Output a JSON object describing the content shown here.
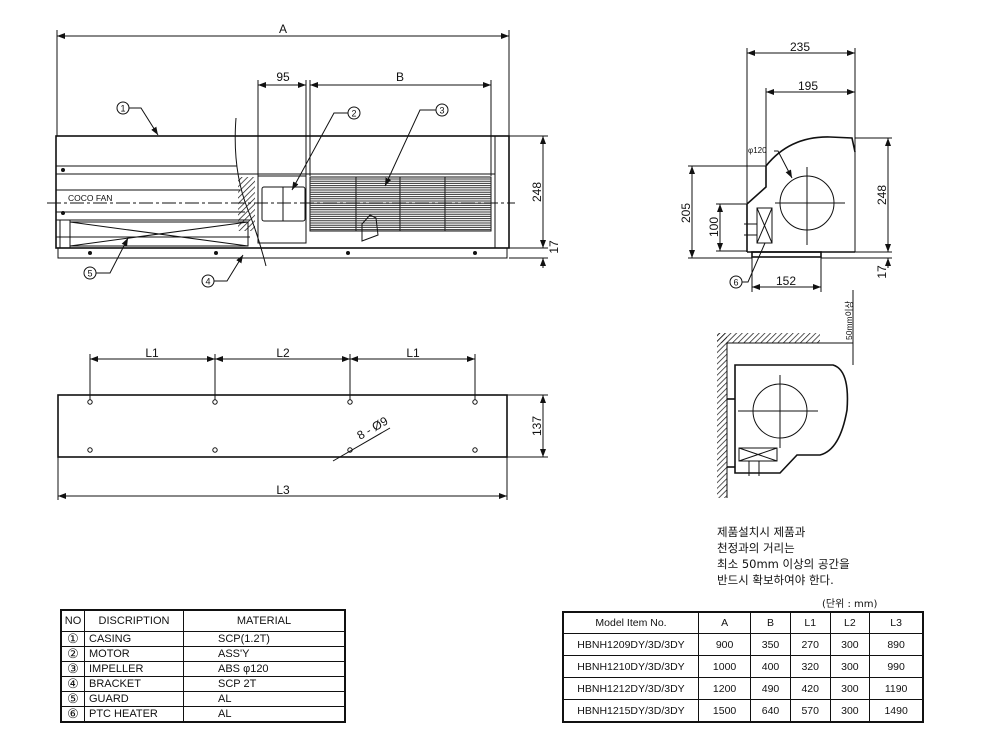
{
  "front_view": {
    "dim_a": "A",
    "dim_95": "95",
    "dim_b": "B",
    "dim_248": "248",
    "dim_17": "17",
    "brand_label": "COCO FAN",
    "callouts": [
      "1",
      "2",
      "3",
      "4",
      "5"
    ]
  },
  "side_view": {
    "dim_235": "235",
    "dim_195": "195",
    "dim_205": "205",
    "dim_100": "100",
    "dim_248": "248",
    "dim_17": "17",
    "dim_152": "152",
    "impeller_label": "φ120",
    "callout": "6"
  },
  "install_view": {
    "clearance_label": "50mm이상"
  },
  "plan_view": {
    "dim_l1": "L1",
    "dim_l2": "L2",
    "dim_l3": "L3",
    "dim_137": "137",
    "hole_label": "8 - Ø9"
  },
  "install_note": [
    "제품설치시 제품과",
    "천정과의 거리는",
    "최소 50mm 이상의 공간을",
    "반드시 확보하여야 한다."
  ],
  "unit_label": "(단위 : mm)",
  "parts_table": {
    "headers": [
      "NO",
      "DISCRIPTION",
      "MATERIAL"
    ],
    "rows": [
      {
        "no": "①",
        "desc": "CASING",
        "material": "SCP(1.2T)"
      },
      {
        "no": "②",
        "desc": "MOTOR",
        "material": "ASS'Y"
      },
      {
        "no": "③",
        "desc": "IMPELLER",
        "material": "ABS φ120"
      },
      {
        "no": "④",
        "desc": "BRACKET",
        "material": "SCP 2T"
      },
      {
        "no": "⑤",
        "desc": "GUARD",
        "material": "AL"
      },
      {
        "no": "⑥",
        "desc": "PTC HEATER",
        "material": "AL"
      }
    ]
  },
  "model_table": {
    "headers": [
      "Model Item No.",
      "A",
      "B",
      "L1",
      "L2",
      "L3"
    ],
    "rows": [
      [
        "HBNH1209DY/3D/3DY",
        "900",
        "350",
        "270",
        "300",
        "890"
      ],
      [
        "HBNH1210DY/3D/3DY",
        "1000",
        "400",
        "320",
        "300",
        "990"
      ],
      [
        "HBNH1212DY/3D/3DY",
        "1200",
        "490",
        "420",
        "300",
        "1190"
      ],
      [
        "HBNH1215DY/3D/3DY",
        "1500",
        "640",
        "570",
        "300",
        "1490"
      ]
    ]
  }
}
